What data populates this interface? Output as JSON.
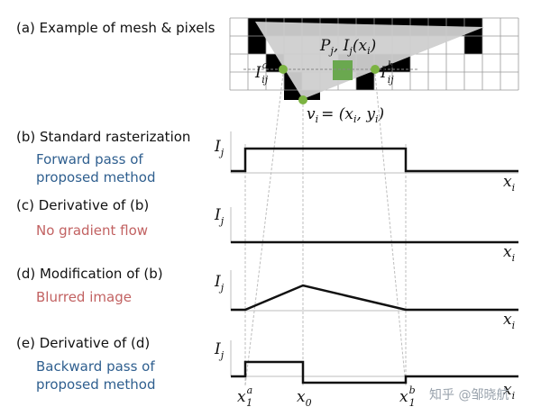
{
  "panels": {
    "a": {
      "title": "(a) Example of mesh & pixels"
    },
    "b": {
      "title": "(b) Standard rasterization",
      "subtitle": "Forward pass of proposed method",
      "subtitle_color": "#2f5f8f"
    },
    "c": {
      "title": "(c) Derivative of (b)",
      "subtitle": "No gradient flow",
      "subtitle_color": "#c26262"
    },
    "d": {
      "title": "(d) Modification of (b)",
      "subtitle": "Blurred image",
      "subtitle_color": "#c26262"
    },
    "e": {
      "title": "(e) Derivative of (d)",
      "subtitle": "Backward pass of proposed method",
      "subtitle_color": "#2f5f8f"
    }
  },
  "mesh_labels": {
    "pixel_label": "P",
    "pixel_sub": "j",
    "intensity_label": ", I",
    "intensity_sub": "j",
    "intensity_arg": "(x",
    "intensity_arg_sub": "i",
    "intensity_close": ")",
    "left_point": "I",
    "left_sub": "ij",
    "left_sup": "a",
    "right_point": "I",
    "right_sub": "ij",
    "right_sup": "b",
    "vertex": "v",
    "vertex_sub": "i",
    "vertex_eq": "= (x",
    "vertex_eq_sub1": "i",
    "vertex_eq_mid": ", y",
    "vertex_eq_sub2": "i",
    "vertex_eq_close": ")"
  },
  "axes": {
    "y_label": "I",
    "y_sub": "j",
    "x_label": "x",
    "x_sub": "i"
  },
  "x_ticks": {
    "x1a": "x",
    "x1a_sub": "1",
    "x1a_sup": "a",
    "x0": "x",
    "x0_sub": "0",
    "x1b": "x",
    "x1b_sub": "1",
    "x1b_sup": "b"
  },
  "colors": {
    "vertex_green": "#7cb342",
    "pixel_green": "#6aa84f",
    "triangle": "#cfcfcf",
    "guide": "#bdbdbd"
  },
  "watermark": "知乎 @邹晓航"
}
